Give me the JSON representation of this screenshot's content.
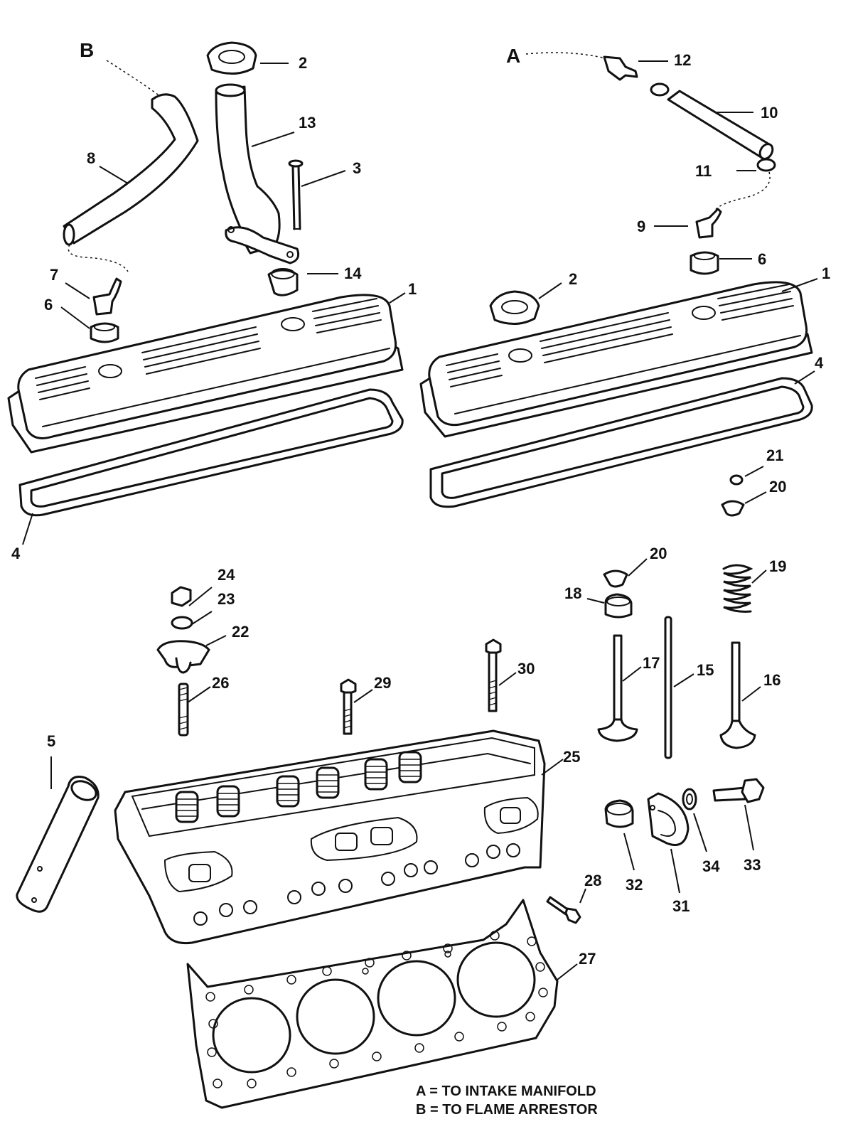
{
  "callouts": [
    {
      "id": "c1a",
      "label": "1"
    },
    {
      "id": "c1b",
      "label": "1"
    },
    {
      "id": "c2a",
      "label": "2"
    },
    {
      "id": "c2b",
      "label": "2"
    },
    {
      "id": "c3",
      "label": "3"
    },
    {
      "id": "c4a",
      "label": "4"
    },
    {
      "id": "c4b",
      "label": "4"
    },
    {
      "id": "c5",
      "label": "5"
    },
    {
      "id": "c6a",
      "label": "6"
    },
    {
      "id": "c6b",
      "label": "6"
    },
    {
      "id": "c7",
      "label": "7"
    },
    {
      "id": "c8",
      "label": "8"
    },
    {
      "id": "c9",
      "label": "9"
    },
    {
      "id": "c10",
      "label": "10"
    },
    {
      "id": "c11",
      "label": "11"
    },
    {
      "id": "c12",
      "label": "12"
    },
    {
      "id": "c13",
      "label": "13"
    },
    {
      "id": "c14",
      "label": "14"
    },
    {
      "id": "c15",
      "label": "15"
    },
    {
      "id": "c16",
      "label": "16"
    },
    {
      "id": "c17",
      "label": "17"
    },
    {
      "id": "c18",
      "label": "18"
    },
    {
      "id": "c19",
      "label": "19"
    },
    {
      "id": "c20a",
      "label": "20"
    },
    {
      "id": "c20b",
      "label": "20"
    },
    {
      "id": "c21",
      "label": "21"
    },
    {
      "id": "c22",
      "label": "22"
    },
    {
      "id": "c23",
      "label": "23"
    },
    {
      "id": "c24",
      "label": "24"
    },
    {
      "id": "c25",
      "label": "25"
    },
    {
      "id": "c26",
      "label": "26"
    },
    {
      "id": "c27",
      "label": "27"
    },
    {
      "id": "c28",
      "label": "28"
    },
    {
      "id": "c29",
      "label": "29"
    },
    {
      "id": "c30",
      "label": "30"
    },
    {
      "id": "c31",
      "label": "31"
    },
    {
      "id": "c32",
      "label": "32"
    },
    {
      "id": "c33",
      "label": "33"
    },
    {
      "id": "c34",
      "label": "34"
    }
  ],
  "connection_letters": {
    "a": "A",
    "b": "B"
  },
  "legend": {
    "line_a": "A = TO INTAKE MANIFOLD",
    "line_b": "B = TO FLAME ARRESTOR"
  }
}
